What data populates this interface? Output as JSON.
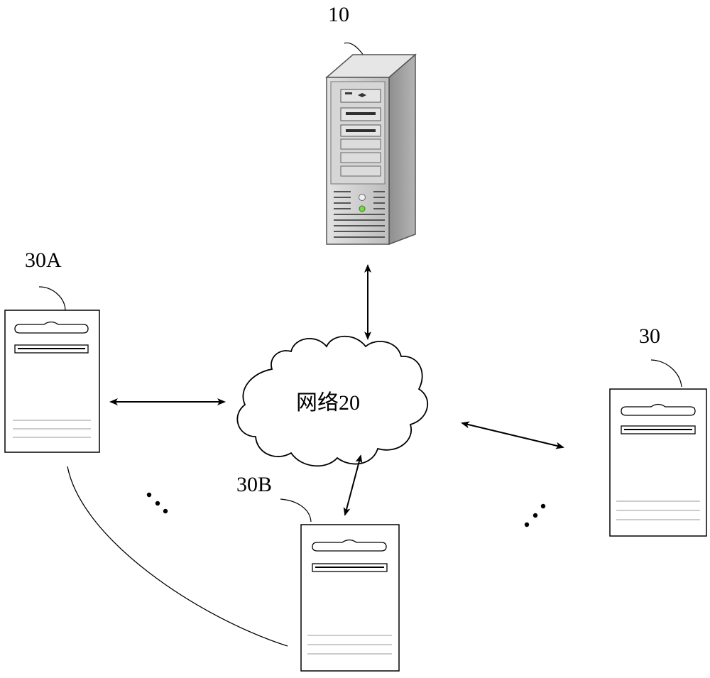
{
  "diagram": {
    "server": {
      "label": "10",
      "icon": "tower-server-icon"
    },
    "network": {
      "label": "网络20",
      "icon": "cloud-icon"
    },
    "terminals": [
      {
        "id": "a",
        "label": "30A",
        "icon": "terminal-device-icon"
      },
      {
        "id": "b",
        "label": "30B",
        "icon": "terminal-device-icon"
      },
      {
        "id": "c",
        "label": "30",
        "icon": "terminal-device-icon"
      }
    ],
    "ellipsis": [
      "…",
      "…"
    ],
    "colors": {
      "stroke": "#000000",
      "server_front": "#cfcfcf",
      "server_side": "#9a9a9a",
      "server_top": "#e6e6e6",
      "led": "#7cd64a"
    }
  }
}
